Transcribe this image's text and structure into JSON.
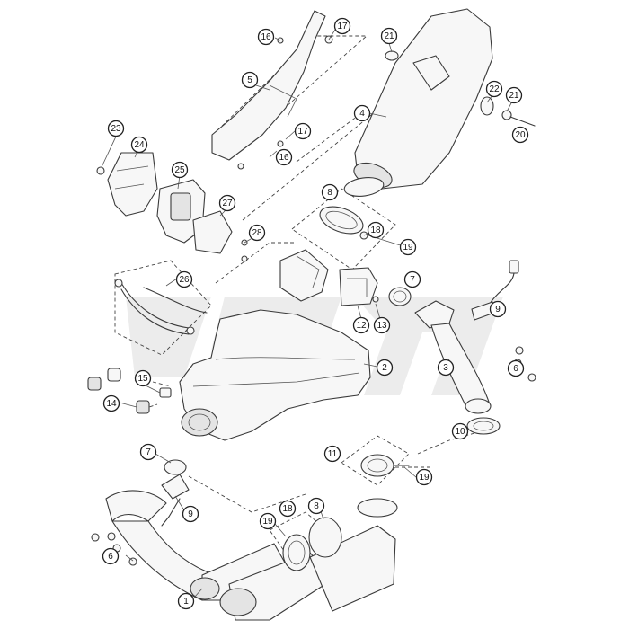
{
  "diagram": {
    "watermark": "KTM",
    "callouts": [
      {
        "id": "c16a",
        "label": "16"
      },
      {
        "id": "c17a",
        "label": "17"
      },
      {
        "id": "c21a",
        "label": "21"
      },
      {
        "id": "c5",
        "label": "5"
      },
      {
        "id": "c4",
        "label": "4"
      },
      {
        "id": "c22",
        "label": "22"
      },
      {
        "id": "c21b",
        "label": "21"
      },
      {
        "id": "c20",
        "label": "20"
      },
      {
        "id": "c23",
        "label": "23"
      },
      {
        "id": "c24",
        "label": "24"
      },
      {
        "id": "c17b",
        "label": "17"
      },
      {
        "id": "c16b",
        "label": "16"
      },
      {
        "id": "c25",
        "label": "25"
      },
      {
        "id": "c8a",
        "label": "8"
      },
      {
        "id": "c27",
        "label": "27"
      },
      {
        "id": "c18a",
        "label": "18"
      },
      {
        "id": "c28",
        "label": "28"
      },
      {
        "id": "c19a",
        "label": "19"
      },
      {
        "id": "c7a",
        "label": "7"
      },
      {
        "id": "c26",
        "label": "26"
      },
      {
        "id": "c12",
        "label": "12"
      },
      {
        "id": "c13",
        "label": "13"
      },
      {
        "id": "c9a",
        "label": "9"
      },
      {
        "id": "c2",
        "label": "2"
      },
      {
        "id": "c3",
        "label": "3"
      },
      {
        "id": "c6a",
        "label": "6"
      },
      {
        "id": "c15",
        "label": "15"
      },
      {
        "id": "c14",
        "label": "14"
      },
      {
        "id": "c10",
        "label": "10"
      },
      {
        "id": "c11",
        "label": "11"
      },
      {
        "id": "c19b",
        "label": "19"
      },
      {
        "id": "c7b",
        "label": "7"
      },
      {
        "id": "c9b",
        "label": "9"
      },
      {
        "id": "c18b",
        "label": "18"
      },
      {
        "id": "c8b",
        "label": "8"
      },
      {
        "id": "c19c",
        "label": "19"
      },
      {
        "id": "c6b",
        "label": "6"
      },
      {
        "id": "c1",
        "label": "1"
      }
    ]
  }
}
